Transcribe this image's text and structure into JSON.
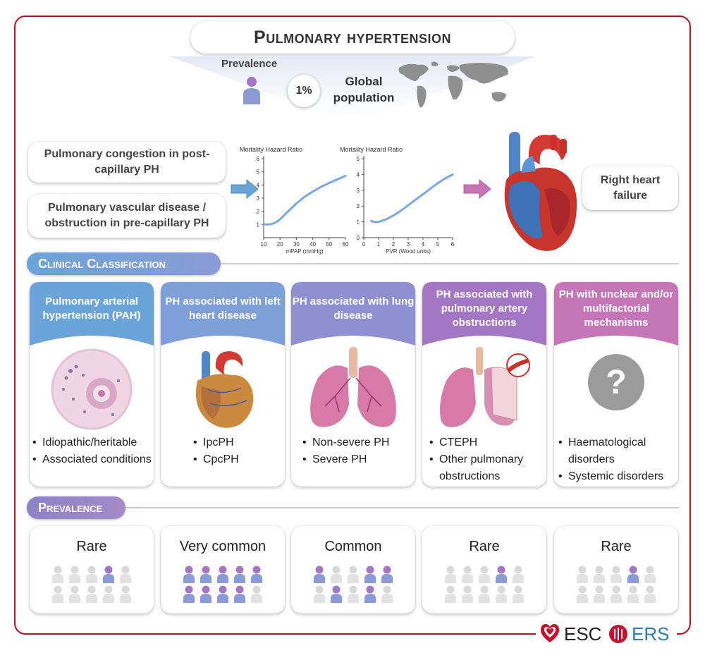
{
  "header": {
    "title": "Pulmonary hypertension",
    "prevalence_label": "Prevalence",
    "percent": "1%",
    "global_text": "Global population"
  },
  "mechanisms": {
    "congestion": "Pulmonary congestion in post-capillary PH",
    "vascular": "Pulmonary vascular disease / obstruction in pre-capillary PH",
    "outcome": "Right heart failure"
  },
  "colors": {
    "frame": "#b5121b",
    "blue": "#6aa4d9",
    "purple": "#a477c4",
    "magenta": "#c476b6",
    "person_active": "#9b8ad0",
    "person_inactive": "#d6d6d6"
  },
  "chart_data": [
    {
      "type": "line",
      "title": "Mortality Hazard Ratio",
      "xlabel": "mPAP (mmHg)",
      "ylabel": "",
      "xlim": [
        10,
        60
      ],
      "ylim": [
        0,
        6
      ],
      "xticks": [
        10,
        20,
        30,
        40,
        50,
        60
      ],
      "yticks": [
        1,
        2,
        3,
        4,
        5,
        6
      ],
      "series": [
        {
          "x": [
            10,
            12,
            14,
            16,
            18,
            20,
            25,
            30,
            35,
            40,
            45,
            50,
            55,
            60
          ],
          "y": [
            1.0,
            1.0,
            1.02,
            1.08,
            1.2,
            1.4,
            2.0,
            2.6,
            3.1,
            3.5,
            3.85,
            4.15,
            4.42,
            4.7
          ]
        }
      ]
    },
    {
      "type": "line",
      "title": "Mortality Hazard Ratio",
      "xlabel": "PVR (Wood units)",
      "ylabel": "",
      "xlim": [
        0,
        6
      ],
      "ylim": [
        0,
        5
      ],
      "xticks": [
        0,
        1,
        2,
        3,
        4,
        5,
        6
      ],
      "yticks": [
        0,
        1,
        2,
        3,
        4,
        5
      ],
      "series": [
        {
          "x": [
            0.5,
            0.8,
            1.0,
            1.5,
            2.0,
            2.5,
            3.0,
            3.5,
            4.0,
            4.5,
            5.0,
            5.5,
            6.0
          ],
          "y": [
            1.05,
            0.98,
            1.0,
            1.15,
            1.4,
            1.7,
            2.05,
            2.4,
            2.75,
            3.1,
            3.45,
            3.75,
            4.0
          ]
        }
      ]
    }
  ],
  "sections": {
    "classification": "Clinical Classification",
    "prevalence": "Prevalence"
  },
  "groups": [
    {
      "title": "Pulmonary arterial hypertension (PAH)",
      "illustration": "histology-icon",
      "bullets": [
        "Idiopathic/heritable",
        "Associated conditions"
      ],
      "prevalence": "Rare",
      "active": [
        3
      ]
    },
    {
      "title": "PH associated with left heart disease",
      "illustration": "heart-icon",
      "bullets": [
        "IpcPH",
        "CpcPH"
      ],
      "prevalence": "Very common",
      "active": [
        0,
        1,
        2,
        3,
        4,
        5,
        6,
        7,
        8
      ]
    },
    {
      "title": "PH associated with lung disease",
      "illustration": "lungs-icon",
      "bullets": [
        "Non-severe PH",
        "Severe PH"
      ],
      "prevalence": "Common",
      "active": [
        0,
        3,
        4,
        6,
        8
      ]
    },
    {
      "title": "PH associated with pulmonary artery obstructions",
      "illustration": "lung-clot-icon",
      "bullets": [
        "CTEPH",
        "Other pulmonary obstructions"
      ],
      "prevalence": "Rare",
      "active": [
        3
      ]
    },
    {
      "title": "PH with unclear and/or multifactorial mechanisms",
      "illustration": "question-mark-icon",
      "bullets": [
        "Haematological disorders",
        "Systemic disorders"
      ],
      "prevalence": "Rare",
      "active": [
        3
      ]
    }
  ],
  "logos": {
    "esc": "ESC",
    "ers": "ERS"
  }
}
